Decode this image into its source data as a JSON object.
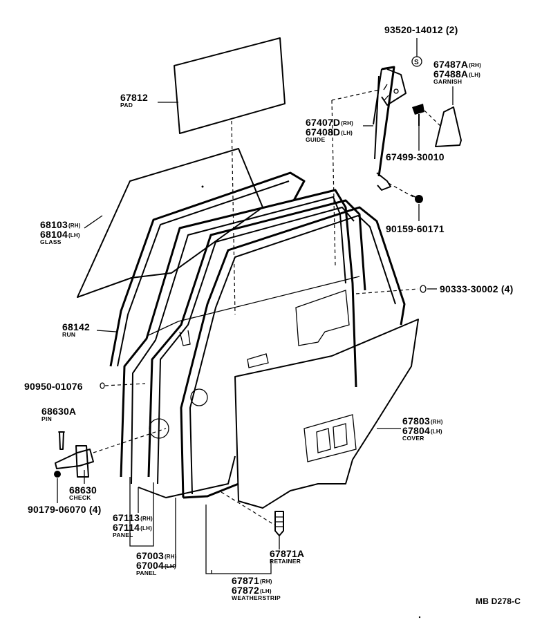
{
  "parts": {
    "pad": {
      "number": "67812",
      "name": "PAD"
    },
    "glass": {
      "rh": "68103",
      "lh": "68104",
      "rh_tag": "(RH)",
      "lh_tag": "(LH)",
      "name": "GLASS"
    },
    "run": {
      "number": "68142",
      "name": "RUN"
    },
    "bolt_90950": {
      "number": "90950-01076"
    },
    "pin": {
      "number": "68630A",
      "name": "PIN"
    },
    "check": {
      "number": "68630",
      "name": "CHECK"
    },
    "bolt_90179": {
      "number": "90179-06070 (4)"
    },
    "panel_inner": {
      "rh": "67113",
      "lh": "67114",
      "rh_tag": "(RH)",
      "lh_tag": "(LH)",
      "name": "PANEL"
    },
    "panel_outer": {
      "rh": "67003",
      "lh": "67004",
      "rh_tag": "(RH)",
      "lh_tag": "(LH)",
      "name": "PANEL"
    },
    "weatherstrip": {
      "rh": "67871",
      "lh": "67872",
      "rh_tag": "(RH)",
      "lh_tag": "(LH)",
      "name": "WEATHERSTRIP"
    },
    "retainer": {
      "number": "67871A",
      "name": "RETAINER"
    },
    "cover": {
      "rh": "67803",
      "lh": "67804",
      "rh_tag": "(RH)",
      "lh_tag": "(LH)",
      "name": "COVER"
    },
    "clip_90333": {
      "number": "90333-30002 (4)"
    },
    "screw_93520": {
      "number": "93520-14012 (2)"
    },
    "garnish": {
      "rh": "67487A",
      "lh": "67488A",
      "rh_tag": "(RH)",
      "lh_tag": "(LH)",
      "name": "GARNISH"
    },
    "guide": {
      "rh": "67407D",
      "lh": "67408D",
      "rh_tag": "(RH)",
      "lh_tag": "(LH)",
      "name": "GUIDE"
    },
    "clip_67499": {
      "number": "67499-30010"
    },
    "bolt_90159": {
      "number": "90159-60171"
    }
  },
  "figure_code": "MB D278-C"
}
